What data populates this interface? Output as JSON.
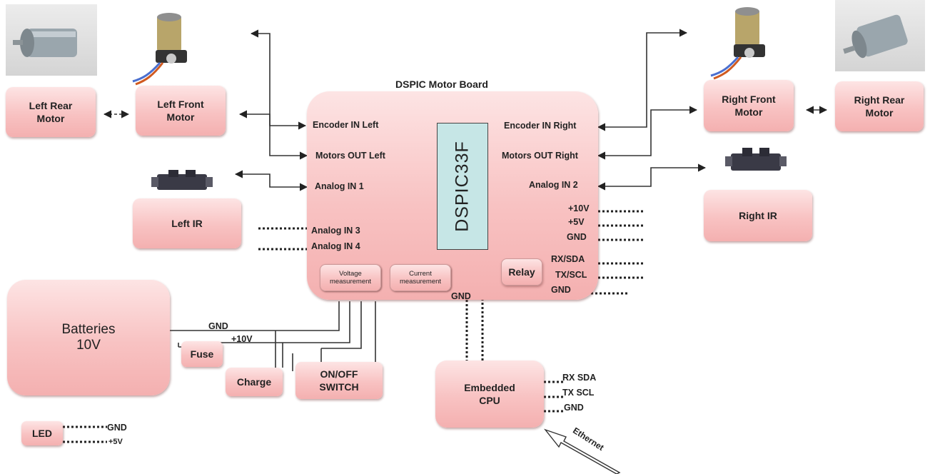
{
  "board": {
    "title": "DSPIC Motor Board",
    "chip": "DSPIC33F",
    "encoder_left": "Encoder IN Left",
    "motors_left": "Motors OUT Left",
    "analog1": "Analog IN 1",
    "analog3": "Analog IN 3",
    "analog4": "Analog IN 4",
    "encoder_right": "Encoder IN Right",
    "motors_right": "Motors OUT Right",
    "analog2": "Analog IN 2",
    "pin_10v": "+10V",
    "pin_5v": "+5V",
    "pin_gnd1": "GND",
    "pin_rxsda": "RX/SDA",
    "pin_txscl": "TX/SCL",
    "pin_gnd2": "GND",
    "gnd_bottom": "GND",
    "voltage": "Voltage\nmeasurement",
    "current": "Current\nmeasurement",
    "relay": "Relay"
  },
  "blocks": {
    "left_rear": "Left Rear\nMotor",
    "left_front": "Left Front\nMotor",
    "left_ir": "Left IR",
    "right_front": "Right Front\nMotor",
    "right_rear": "Right Rear\nMotor",
    "right_ir": "Right IR",
    "batteries": "Batteries\n10V",
    "fuse": "Fuse",
    "charge": "Charge",
    "switch": "ON/OFF\nSWITCH",
    "cpu": "Embedded\nCPU",
    "led": "LED"
  },
  "labels": {
    "bat_gnd": "GND",
    "bat_10v": "+10V",
    "cpu_rxsda": "RX SDA",
    "cpu_txscl": "TX SCL",
    "cpu_gnd": "GND",
    "led_gnd": "GND",
    "led_5v": "+5V",
    "ethernet": "Ethernet"
  }
}
